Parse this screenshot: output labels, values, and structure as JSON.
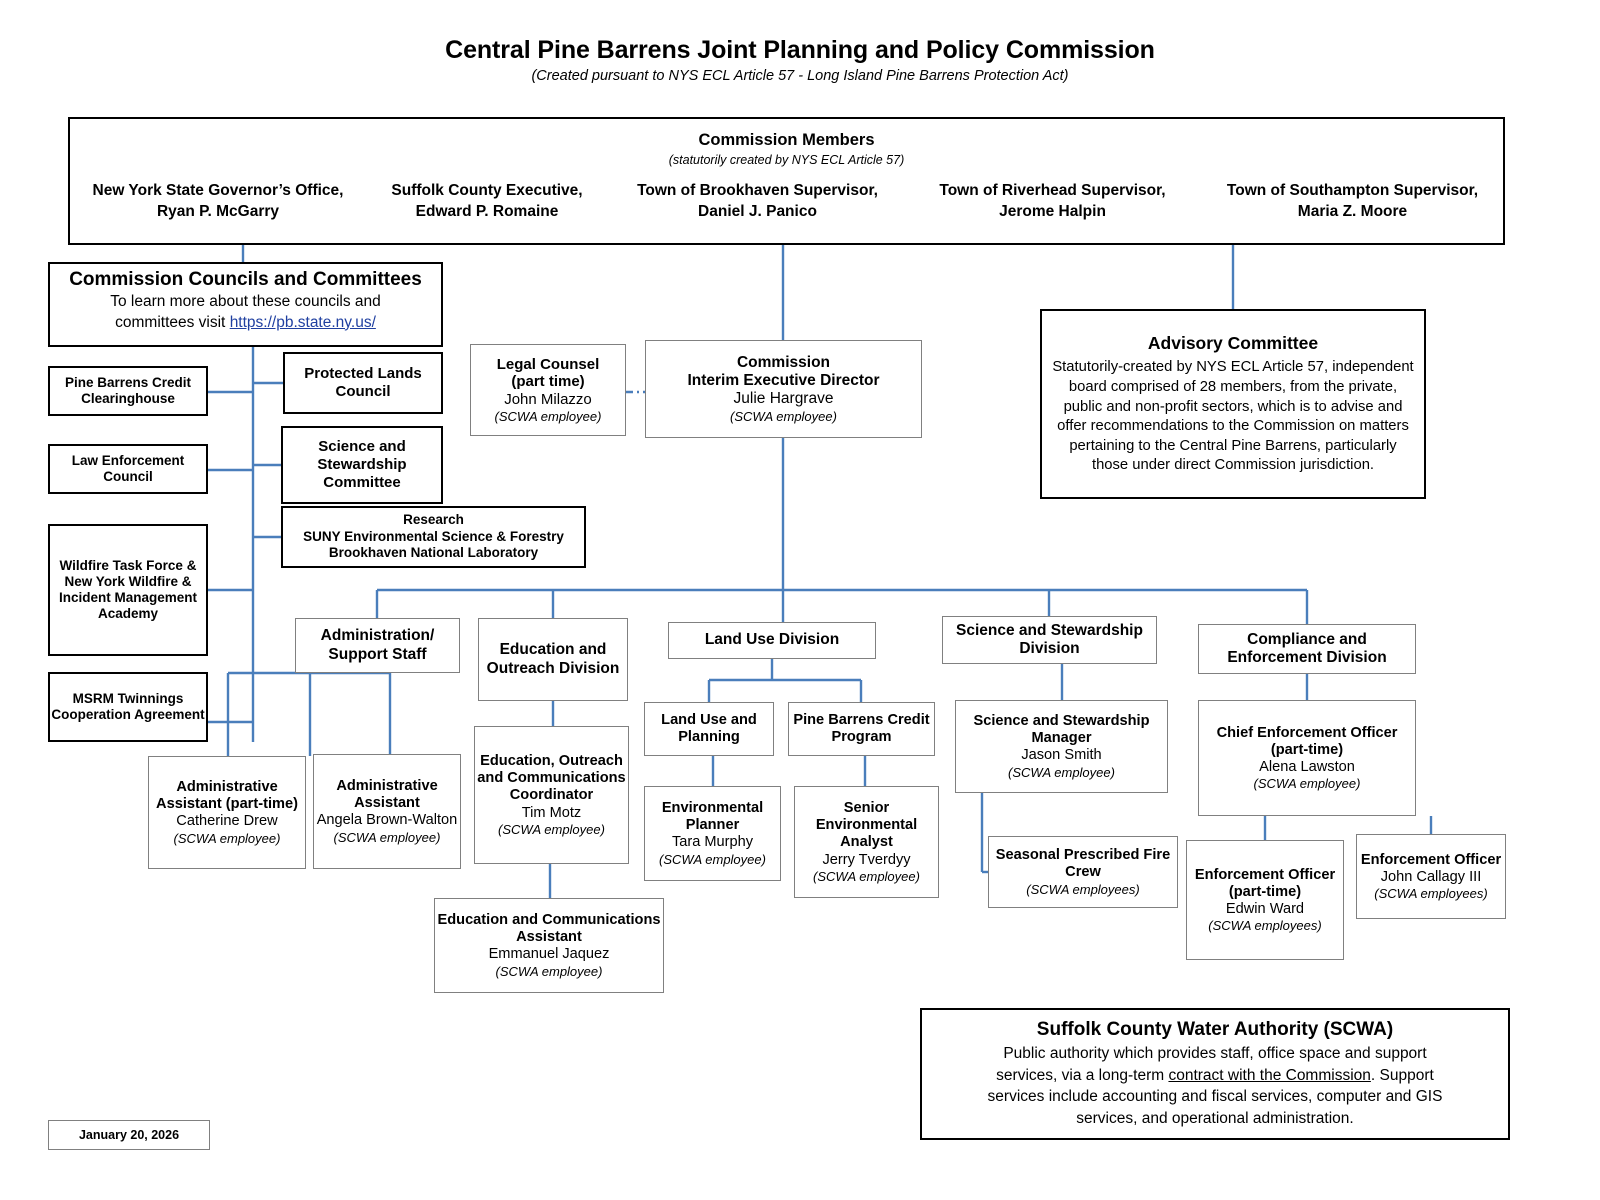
{
  "title": "Central Pine Barrens Joint Planning and Policy Commission",
  "subtitle": "(Created pursuant to NYS ECL Article 57 - Long Island Pine Barrens Protection Act)",
  "commission_members": {
    "heading": "Commission Members",
    "subheading": "(statutorily created by NYS ECL Article 57)",
    "members": [
      {
        "office": "New York State Governor’s Office,",
        "name": "Ryan P. McGarry"
      },
      {
        "office": "Suffolk County Executive,",
        "name": "Edward P. Romaine"
      },
      {
        "office": "Town of Brookhaven Supervisor,",
        "name": "Daniel J. Panico"
      },
      {
        "office": "Town of Riverhead Supervisor,",
        "name": "Jerome Halpin"
      },
      {
        "office": "Town of Southampton Supervisor,",
        "name": "Maria Z. Moore"
      }
    ]
  },
  "councils": {
    "header_title": "Commission Councils and Committees",
    "header_line1": "To learn more about these councils and",
    "header_line2_prefix": "committees visit ",
    "header_link": "https://pb.state.ny.us/",
    "left_items": [
      {
        "label": "Pine Barrens Credit Clearinghouse"
      },
      {
        "label": "Law Enforcement Council"
      },
      {
        "label": "Wildfire Task Force & New York Wildfire & Incident Management Academy"
      },
      {
        "label": "MSRM Twinnings Cooperation Agreement"
      }
    ],
    "right_items": [
      {
        "label": "Protected Lands Council"
      },
      {
        "label": "Science and Stewardship Committee"
      }
    ],
    "research": {
      "line1": "Research",
      "line2": "SUNY Environmental Science & Forestry",
      "line3": "Brookhaven National Laboratory"
    }
  },
  "legal_counsel": {
    "title_line1": "Legal Counsel",
    "title_line2": "(part time)",
    "name": "John Milazzo",
    "note": "(SCWA employee)"
  },
  "executive_director": {
    "title_line1": "Commission",
    "title_line2": "Interim Executive Director",
    "name": "Julie Hargrave",
    "note": "(SCWA employee)"
  },
  "advisory_committee": {
    "title": "Advisory Committee",
    "body": "Statutorily-created by NYS ECL Article 57, independent board comprised of 28 members, from the private, public and non-profit sectors, which is to advise and offer recommendations to the Commission on matters pertaining to the Central Pine Barrens, particularly those under direct Commission jurisdiction."
  },
  "divisions": {
    "admin": "Administration/ Support Staff",
    "education": "Education and Outreach Division",
    "land_use": "Land Use Division",
    "science": "Science and Stewardship Division",
    "compliance": "Compliance and Enforcement Division"
  },
  "staff": {
    "admin_assistant_pt": {
      "title": "Administrative Assistant (part-time)",
      "name": "Catherine Drew",
      "note": "(SCWA employee)"
    },
    "admin_assistant": {
      "title": "Administrative Assistant",
      "name": "Angela Brown-Walton",
      "note": "(SCWA employee)"
    },
    "eoc_coordinator": {
      "title": "Education, Outreach and Communications Coordinator",
      "name": "Tim Motz",
      "note": "(SCWA employee)"
    },
    "ed_comm_assistant": {
      "title": "Education and Communications Assistant",
      "name": "Emmanuel Jaquez",
      "note": "(SCWA employee)"
    },
    "land_use_planning": {
      "title": "Land Use and Planning"
    },
    "pbc_program": {
      "title": "Pine Barrens Credit Program"
    },
    "environmental_planner": {
      "title": "Environmental Planner",
      "name": "Tara Murphy",
      "note": "(SCWA employee)"
    },
    "senior_env_analyst": {
      "title": "Senior Environmental Analyst",
      "name": "Jerry Tverdyy",
      "note": "(SCWA employee)"
    },
    "science_manager": {
      "title": "Science and Stewardship Manager",
      "name": "Jason Smith",
      "note": "(SCWA employee)"
    },
    "fire_crew": {
      "title": "Seasonal Prescribed Fire Crew",
      "note": "(SCWA employees)"
    },
    "chief_enforcement": {
      "title": "Chief Enforcement Officer (part-time)",
      "name": "Alena Lawston",
      "note": "(SCWA employee)"
    },
    "enforcement_officer_pt": {
      "title": "Enforcement Officer (part-time)",
      "name": "Edwin Ward",
      "note": "(SCWA employees)"
    },
    "enforcement_officer": {
      "title": "Enforcement Officer",
      "name": "John Callagy III",
      "note": "(SCWA employees)"
    }
  },
  "scwa": {
    "title": "Suffolk County Water Authority (SCWA)",
    "line1": "Public authority which provides staff, office space and support",
    "line2_a": "services, via a long-term ",
    "line2_link": "contract with the Commission",
    "line2_b": ". Support",
    "line3": "services include accounting and fiscal services, computer and GIS",
    "line4": "services, and operational administration."
  },
  "date_stamp": "January 20, 2026",
  "colors": {
    "connector": "#4a7ebb",
    "box_border_thick": "#000000",
    "box_border_thin": "#808080",
    "link": "#1f3fa0"
  }
}
